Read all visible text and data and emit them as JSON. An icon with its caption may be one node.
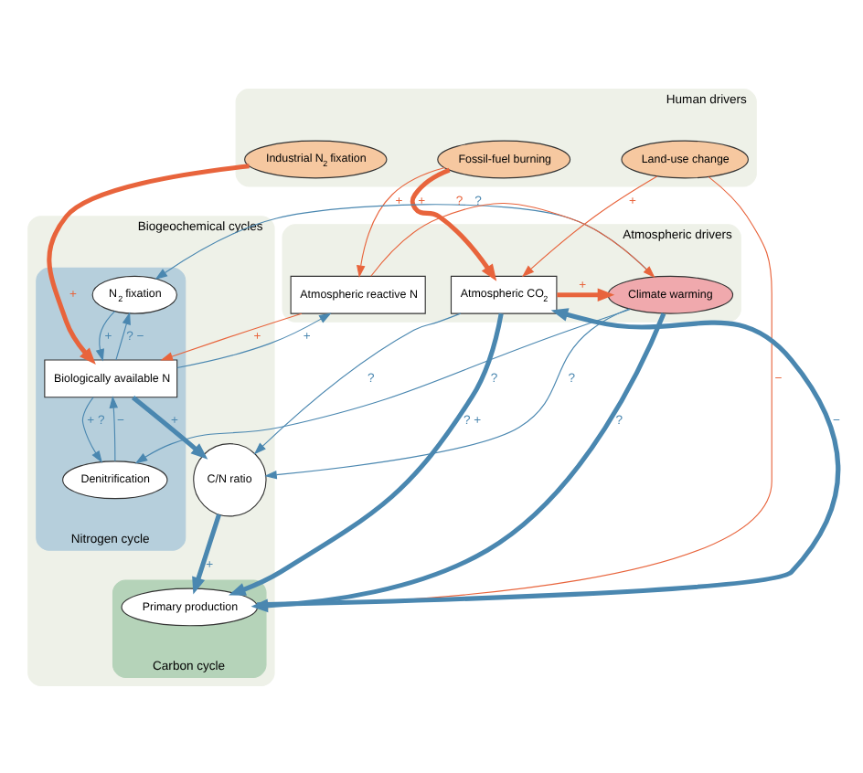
{
  "diagram": {
    "nodes": [
      {
        "text": [
          "Human drivers"
        ]
      },
      {
        "text": [
          "Land-use change"
        ],
        "in": 0
      },
      {
        "text": [
          "Fossil-fuel burning"
        ],
        "in": 0
      },
      {
        "text": [
          "Industrial N$_{2}$ fixation"
        ],
        "in": 0
      },
      {
        "text": [
          "Atmospheric drivers"
        ]
      },
      {
        "text": [
          "Atmospheric CO$_{2}$"
        ],
        "in": 4
      },
      {
        "text": [
          "Climate warming"
        ],
        "in": 4
      },
      {
        "text": [
          "Atmospheric reactive N"
        ],
        "in": 4
      },
      {
        "text": [
          "Biogeochemical cycles"
        ]
      },
      {
        "text": [
          "Carbon cycle"
        ],
        "in": 8
      },
      {
        "text": [
          "Primary production"
        ],
        "in": 9
      },
      {
        "text": [
          "C/N ratio"
        ],
        "in": 8
      },
      {
        "text": [
          "Nitrogen cycle"
        ],
        "in": 8
      },
      {
        "text": [
          "N$_{2}$ fixation"
        ],
        "in": 12
      },
      {
        "text": [
          "Biologically available N"
        ],
        "in": 12
      },
      {
        "text": [
          "Denitrification"
        ],
        "in": 12
      }
    ],
    "edges": [
      {
        "from": 1,
        "to": 5,
        "arrow": "to",
        "label": "+",
        "color": "#e8643c"
      },
      {
        "from": 1,
        "to": 10,
        "arrow": "to",
        "label": "−",
        "color": "#e8643c"
      },
      {
        "from": 2,
        "to": 5,
        "arrow": "to",
        "label": "+",
        "style": "thick",
        "color": "#e8643c"
      },
      {
        "from": 2,
        "to": 7,
        "arrow": "to",
        "label": "+",
        "color": "#e8643c"
      },
      {
        "from": 3,
        "to": 14,
        "arrow": "to",
        "label": "+",
        "style": "thick",
        "color": "#e8643c"
      },
      {
        "from": 5,
        "to": 6,
        "arrow": "to",
        "label": "+",
        "style": "thick",
        "color": "#e8643c"
      },
      {
        "from": 7,
        "to": 6,
        "arrow": "to",
        "label": "?",
        "color": "#e8643c"
      },
      {
        "from": 5,
        "to": 10,
        "arrow": "to",
        "label": "? +",
        "style": "thick"
      },
      {
        "from": 10,
        "to": 5,
        "arrow": "to",
        "label": "−",
        "style": "thick"
      },
      {
        "from": 5,
        "to": 11,
        "arrow": "to",
        "label": "?"
      },
      {
        "from": 6,
        "to": 10,
        "arrow": "to",
        "label": "?",
        "style": "thick"
      },
      {
        "from": 6,
        "to": 11,
        "arrow": "to",
        "label": "?"
      },
      {
        "from": 6,
        "to": 15,
        "arrow": "to",
        "label": "?"
      },
      {
        "from": 6,
        "to": 13,
        "arrow": "to",
        "label": "?"
      },
      {
        "from": 14,
        "to": 7,
        "arrow": "to",
        "label": "+"
      },
      {
        "from": 7,
        "to": 14,
        "arrow": "to",
        "label": "+",
        "color": "#e8643c"
      },
      {
        "from": 11,
        "to": 10,
        "arrow": "to",
        "label": "+",
        "style": "thick"
      },
      {
        "from": 14,
        "to": 11,
        "arrow": "to",
        "label": "+",
        "style": "thick"
      },
      {
        "from": 14,
        "to": 13,
        "arrow": "to",
        "label": "? −"
      },
      {
        "from": 13,
        "to": 14,
        "arrow": "to",
        "label": "+"
      },
      {
        "from": 15,
        "to": 14,
        "arrow": "to",
        "label": "−"
      },
      {
        "from": 14,
        "to": 15,
        "arrow": "to",
        "label": "+ ?"
      }
    ]
  }
}
